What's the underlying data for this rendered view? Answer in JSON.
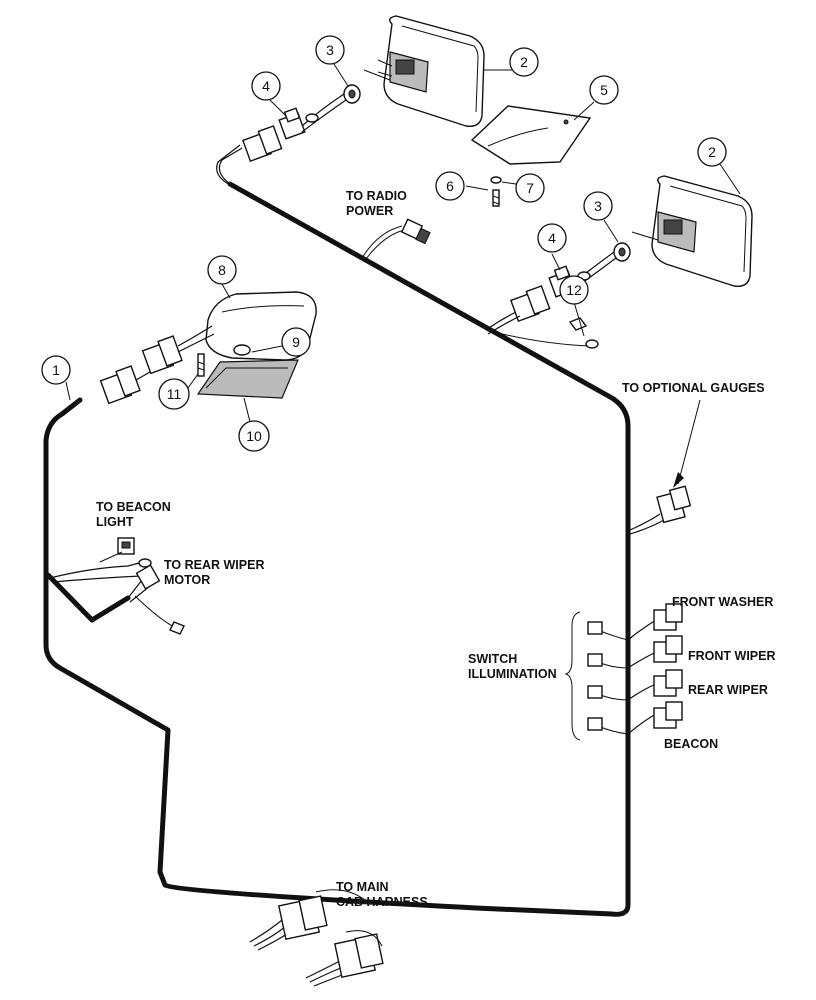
{
  "labels": {
    "radio_power_1": "TO RADIO",
    "radio_power_2": "POWER",
    "optional_gauges": "TO OPTIONAL GAUGES",
    "beacon_light_1": "TO BEACON",
    "beacon_light_2": "LIGHT",
    "rear_wiper_motor_1": "TO REAR WIPER",
    "rear_wiper_motor_2": "MOTOR",
    "switch_illumination_1": "SWITCH",
    "switch_illumination_2": "ILLUMINATION",
    "front_washer": "FRONT WASHER",
    "front_wiper": "FRONT WIPER",
    "rear_wiper": "REAR WIPER",
    "beacon": "BEACON",
    "main_cab_harness_1": "TO MAIN",
    "main_cab_harness_2": "CAB HARNESS"
  },
  "callouts": {
    "c1": "1",
    "c2a": "2",
    "c2b": "2",
    "c3a": "3",
    "c3b": "3",
    "c4a": "4",
    "c4b": "4",
    "c5": "5",
    "c6": "6",
    "c7": "7",
    "c8": "8",
    "c9": "9",
    "c10": "10",
    "c11": "11",
    "c12": "12"
  }
}
